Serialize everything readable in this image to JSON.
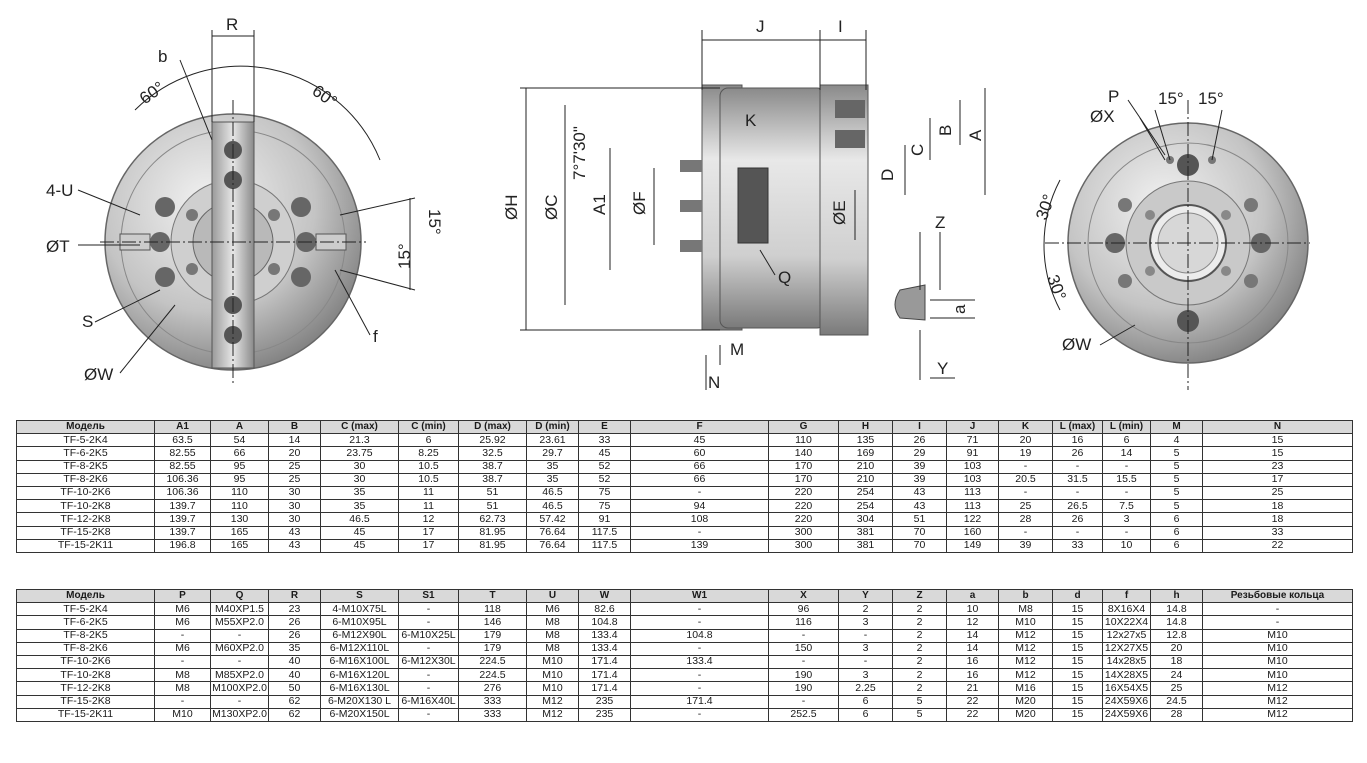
{
  "drawing": {
    "front_labels": {
      "R": "R",
      "b": "b",
      "ang1": "60°",
      "ang2": "60°",
      "U": "4-U",
      "T": "ØT",
      "S": "S",
      "W": "ØW",
      "f": "f",
      "a15a": "15°",
      "a15b": "15°"
    },
    "side_labels": {
      "J": "J",
      "I": "I",
      "K": "K",
      "B": "B",
      "A": "A",
      "C": "C",
      "D": "D",
      "E": "ØE",
      "H": "ØH",
      "G": "ØC",
      "A1": "A1",
      "F": "ØF",
      "ang": "7°7'30\"",
      "Q": "Q",
      "M": "M",
      "N": "N"
    },
    "jaw_labels": {
      "Z": "Z",
      "a": "a",
      "Y": "Y"
    },
    "back_labels": {
      "P": "P",
      "X": "ØX",
      "a15a": "15°",
      "a15b": "15°",
      "a30a": "30°",
      "a30b": "30°",
      "W": "ØW"
    }
  },
  "table1": {
    "headers": [
      "Модель",
      "A1",
      "A",
      "B",
      "C (max)",
      "C (min)",
      "D (max)",
      "D (min)",
      "E",
      "F",
      "G",
      "H",
      "I",
      "J",
      "K",
      "L (max)",
      "L (min)",
      "M",
      "N"
    ],
    "rows": [
      [
        "TF-5-2K4",
        "63.5",
        "54",
        "14",
        "21.3",
        "6",
        "25.92",
        "23.61",
        "33",
        "45",
        "110",
        "135",
        "26",
        "71",
        "20",
        "16",
        "6",
        "4",
        "15"
      ],
      [
        "TF-6-2K5",
        "82.55",
        "66",
        "20",
        "23.75",
        "8.25",
        "32.5",
        "29.7",
        "45",
        "60",
        "140",
        "169",
        "29",
        "91",
        "19",
        "26",
        "14",
        "5",
        "15"
      ],
      [
        "TF-8-2K5",
        "82.55",
        "95",
        "25",
        "30",
        "10.5",
        "38.7",
        "35",
        "52",
        "66",
        "170",
        "210",
        "39",
        "103",
        "-",
        "-",
        "-",
        "5",
        "23"
      ],
      [
        "TF-8-2K6",
        "106.36",
        "95",
        "25",
        "30",
        "10.5",
        "38.7",
        "35",
        "52",
        "66",
        "170",
        "210",
        "39",
        "103",
        "20.5",
        "31.5",
        "15.5",
        "5",
        "17"
      ],
      [
        "TF-10-2K6",
        "106.36",
        "110",
        "30",
        "35",
        "11",
        "51",
        "46.5",
        "75",
        "-",
        "220",
        "254",
        "43",
        "113",
        "-",
        "-",
        "-",
        "5",
        "25"
      ],
      [
        "TF-10-2K8",
        "139.7",
        "110",
        "30",
        "35",
        "11",
        "51",
        "46.5",
        "75",
        "94",
        "220",
        "254",
        "43",
        "113",
        "25",
        "26.5",
        "7.5",
        "5",
        "18"
      ],
      [
        "TF-12-2K8",
        "139.7",
        "130",
        "30",
        "46.5",
        "12",
        "62.73",
        "57.42",
        "91",
        "108",
        "220",
        "304",
        "51",
        "122",
        "28",
        "26",
        "3",
        "6",
        "18"
      ],
      [
        "TF-15-2K8",
        "139.7",
        "165",
        "43",
        "45",
        "17",
        "81.95",
        "76.64",
        "117.5",
        "-",
        "300",
        "381",
        "70",
        "160",
        "-",
        "-",
        "-",
        "6",
        "33"
      ],
      [
        "TF-15-2K11",
        "196.8",
        "165",
        "43",
        "45",
        "17",
        "81.95",
        "76.64",
        "117.5",
        "139",
        "300",
        "381",
        "70",
        "149",
        "39",
        "33",
        "10",
        "6",
        "22"
      ]
    ]
  },
  "table2": {
    "headers": [
      "Модель",
      "P",
      "Q",
      "R",
      "S",
      "S1",
      "T",
      "U",
      "W",
      "W1",
      "X",
      "Y",
      "Z",
      "a",
      "b",
      "d",
      "f",
      "h",
      "Резьбовые кольца"
    ],
    "rows": [
      [
        "TF-5-2K4",
        "M6",
        "M40XP1.5",
        "23",
        "4-M10X75L",
        "-",
        "118",
        "M6",
        "82.6",
        "-",
        "96",
        "2",
        "2",
        "10",
        "M8",
        "15",
        "8X16X4",
        "14.8",
        "-"
      ],
      [
        "TF-6-2K5",
        "M6",
        "M55XP2.0",
        "26",
        "6-M10X95L",
        "-",
        "146",
        "M8",
        "104.8",
        "-",
        "116",
        "3",
        "2",
        "12",
        "M10",
        "15",
        "10X22X4",
        "14.8",
        "-"
      ],
      [
        "TF-8-2K5",
        "-",
        "-",
        "26",
        "6-M12X90L",
        "6-M10X25L",
        "179",
        "M8",
        "133.4",
        "104.8",
        "-",
        "-",
        "2",
        "14",
        "M12",
        "15",
        "12x27x5",
        "12.8",
        "M10"
      ],
      [
        "TF-8-2K6",
        "M6",
        "M60XP2.0",
        "35",
        "6-M12X110L",
        "-",
        "179",
        "M8",
        "133.4",
        "-",
        "150",
        "3",
        "2",
        "14",
        "M12",
        "15",
        "12X27X5",
        "20",
        "M10"
      ],
      [
        "TF-10-2K6",
        "-",
        "-",
        "40",
        "6-M16X100L",
        "6-M12X30L",
        "224.5",
        "M10",
        "171.4",
        "133.4",
        "-",
        "-",
        "2",
        "16",
        "M12",
        "15",
        "14x28x5",
        "18",
        "M10"
      ],
      [
        "TF-10-2K8",
        "M8",
        "M85XP2.0",
        "40",
        "6-M16X120L",
        "-",
        "224.5",
        "M10",
        "171.4",
        "-",
        "190",
        "3",
        "2",
        "16",
        "M12",
        "15",
        "14X28X5",
        "24",
        "M10"
      ],
      [
        "TF-12-2K8",
        "M8",
        "M100XP2.0",
        "50",
        "6-M16X130L",
        "-",
        "276",
        "M10",
        "171.4",
        "-",
        "190",
        "2.25",
        "2",
        "21",
        "M16",
        "15",
        "16X54X5",
        "25",
        "M12"
      ],
      [
        "TF-15-2K8",
        "-",
        "-",
        "62",
        "6-M20X130 L",
        "6-M16X40L",
        "333",
        "M12",
        "235",
        "171.4",
        "-",
        "6",
        "5",
        "22",
        "M20",
        "15",
        "24X59X6",
        "24.5",
        "M12"
      ],
      [
        "TF-15-2K11",
        "M10",
        "M130XP2.0",
        "62",
        "6-M20X150L",
        "-",
        "333",
        "M12",
        "235",
        "-",
        "252.5",
        "6",
        "5",
        "22",
        "M20",
        "15",
        "24X59X6",
        "28",
        "M12"
      ]
    ]
  }
}
